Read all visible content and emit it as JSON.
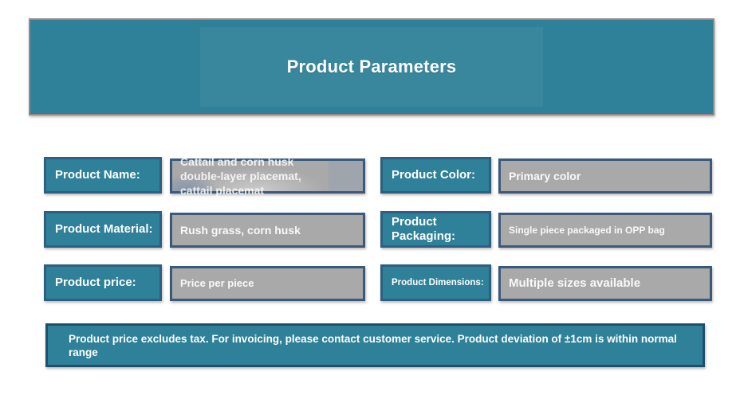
{
  "header": {
    "title": "Product Parameters"
  },
  "table": {
    "cells": [
      {
        "label": "Product Name:",
        "value": "Cattail and corn husk double-layer placemat, cattail placemat"
      },
      {
        "label": "Product Color:",
        "value": "Primary color"
      },
      {
        "label": "Product Material:",
        "value": "Rush grass, corn husk"
      },
      {
        "label": "Product Packaging:",
        "value": "Single piece packaged in OPP bag"
      },
      {
        "label": "Product price:",
        "value": "Price per piece"
      },
      {
        "label": "Product Dimensions:",
        "value": "Multiple sizes available"
      }
    ]
  },
  "note": {
    "text": "Product price excludes tax. For invoicing, please contact customer service. Product deviation of ±1cm is within normal range"
  },
  "colors": {
    "teal_fill": "#2E8198",
    "label_border": "#2C5F82",
    "value_fill": "#A9A9A9",
    "value_border": "#3B5A7B",
    "note_border": "#1F4F6B",
    "header_border": "#9A8583",
    "text": "#FFFFFF"
  }
}
